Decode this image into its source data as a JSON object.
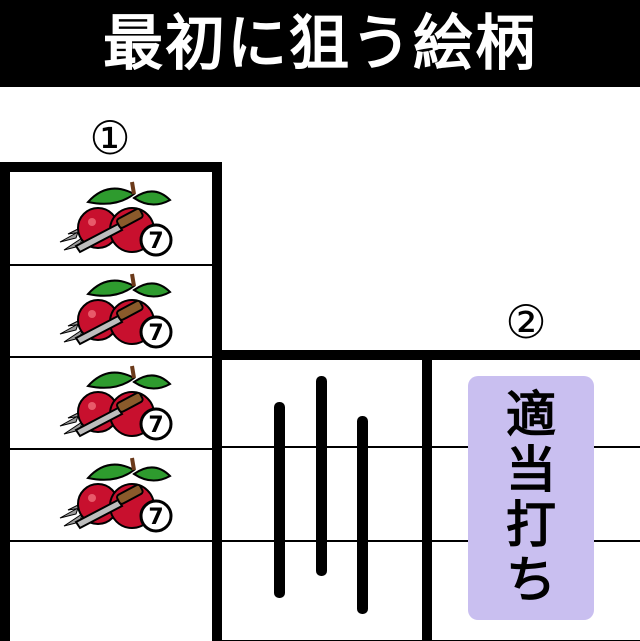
{
  "title": "最初に狙う絵柄",
  "steps": {
    "first": "①",
    "second": "②"
  },
  "instruction": {
    "chars": [
      "適",
      "当",
      "打",
      "ち"
    ]
  },
  "symbol": {
    "badge": "7",
    "icon": "cherry-seven-icon"
  },
  "colors": {
    "instruction_bg": "#c9bff0",
    "frame": "#000000",
    "cherry_red": "#c8102e",
    "leaf_green": "#2e9b2e"
  }
}
